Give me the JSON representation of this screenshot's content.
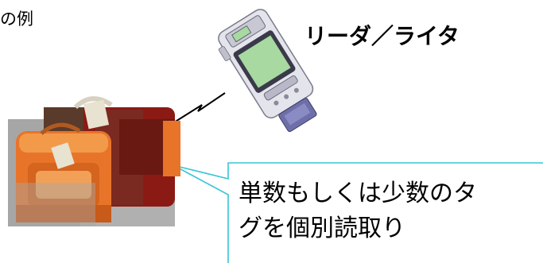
{
  "texts": {
    "title_partial": "の例",
    "reader_writer": "リーダ／ライタ",
    "callout_line1": "単数もしくは少数のタ",
    "callout_line2": "グを個別読取り"
  },
  "colors": {
    "callout_border": "#39c5d6",
    "bag_orange": "#e8742a",
    "bag_dark_red": "#8b1a14",
    "bag_brown": "#5a3a2a",
    "gray_overlay": "#a6a6a6",
    "reader_screen": "#a8d9a0",
    "reader_purple": "#6e6ea8"
  },
  "icons": {
    "luggage": "luggage-icon",
    "reader": "handheld-reader-icon",
    "signal": "wireless-signal-icon"
  }
}
